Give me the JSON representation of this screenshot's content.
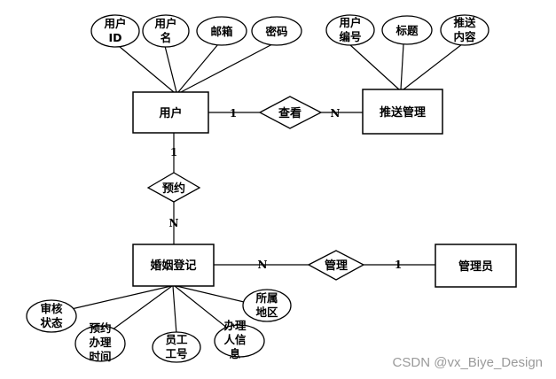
{
  "entities": {
    "user": "用户",
    "push": "推送管理",
    "marriage": "婚姻登记",
    "admin": "管理员"
  },
  "relationships": {
    "view": "查看",
    "reserve": "预约",
    "manage": "管理"
  },
  "attributes": {
    "user_id": [
      "用户",
      "ID"
    ],
    "user_name": [
      "用户",
      "名"
    ],
    "email": [
      "邮箱"
    ],
    "password": [
      "密码"
    ],
    "push_user_no": [
      "用户",
      "编号"
    ],
    "push_title": [
      "标题"
    ],
    "push_content": [
      "推送",
      "内容"
    ],
    "audit_status": [
      "审核",
      "状态"
    ],
    "reserve_time": [
      "预约",
      "办理",
      "时间"
    ],
    "staff_no": [
      "员工",
      "工号"
    ],
    "handler_info": [
      "办理",
      "人信",
      "息"
    ],
    "region": [
      "所属",
      "地区"
    ]
  },
  "cardinality": {
    "user_view": "1",
    "view_push": "N",
    "user_reserve": "1",
    "reserve_marriage": "N",
    "marriage_manage": "N",
    "manage_admin": "1"
  },
  "watermark": "CSDN @vx_Biye_Design"
}
